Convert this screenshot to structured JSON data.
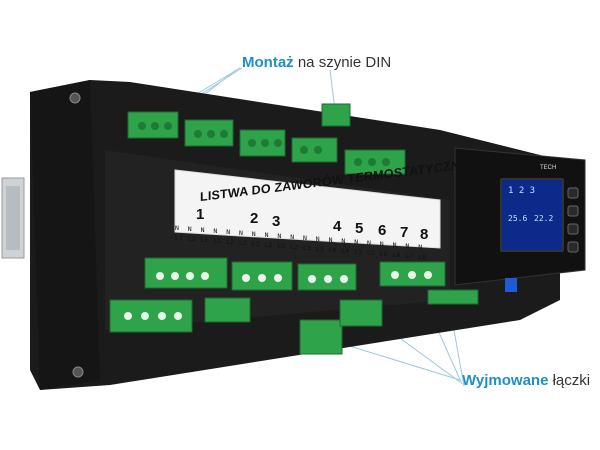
{
  "captions": {
    "mount_highlight": "Montaż",
    "mount_rest": " na szynie DIN",
    "connector_highlight": "Wyjmowane",
    "connector_rest": " łączki"
  },
  "strip_title": "LISTWA DO ZAWORÓW TERMOSTATYCZNYCH",
  "channels": [
    "1",
    "2",
    "3",
    "4",
    "5",
    "6",
    "7",
    "8"
  ],
  "terminal_labels": [
    "N",
    "N",
    "N",
    "N",
    "N",
    "N",
    "N",
    "N",
    "N",
    "N",
    "N",
    "N",
    "N",
    "N",
    "N",
    "N",
    "N",
    "N",
    "N",
    "N"
  ],
  "terminal_line_labels": [
    "L1",
    "L1",
    "L1",
    "L1",
    "L2",
    "L2",
    "L2",
    "L2",
    "L3",
    "L3",
    "L3",
    "L3",
    "L4",
    "L4",
    "L5",
    "L5",
    "L6",
    "L6",
    "L7",
    "L8"
  ],
  "lcd": {
    "row1": "1 2 3",
    "row2": "25.6",
    "row3": "22.2"
  },
  "brand": "TECH",
  "colors": {
    "accent": "#1e8fc9",
    "housing": "#1a1a1a",
    "connector_green": "#2fa34a",
    "screen_blue": "#0b2a8a"
  }
}
